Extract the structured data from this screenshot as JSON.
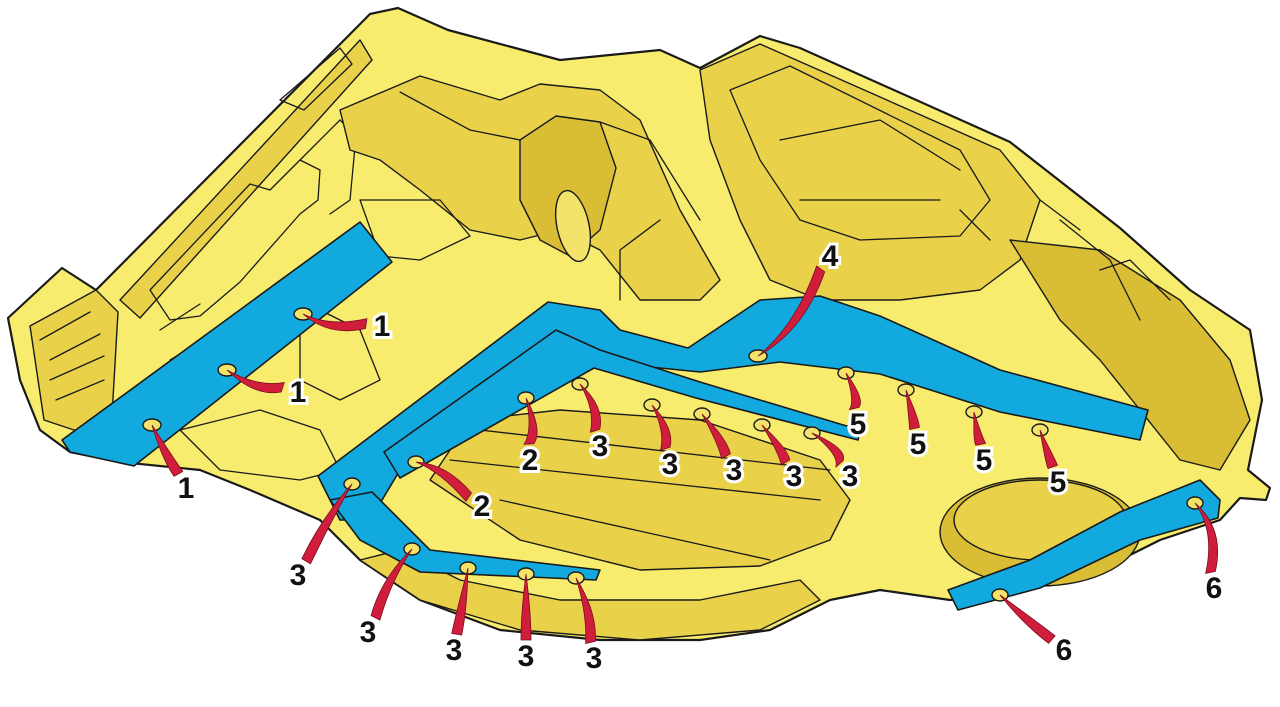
{
  "callouts": [
    {
      "label": "1"
    },
    {
      "label": "1"
    },
    {
      "label": "1"
    },
    {
      "label": "2"
    },
    {
      "label": "2"
    },
    {
      "label": "3"
    },
    {
      "label": "3"
    },
    {
      "label": "3"
    },
    {
      "label": "3"
    },
    {
      "label": "3"
    },
    {
      "label": "3"
    },
    {
      "label": "3"
    },
    {
      "label": "3"
    },
    {
      "label": "3"
    },
    {
      "label": "3"
    },
    {
      "label": "4"
    },
    {
      "label": "5"
    },
    {
      "label": "5"
    },
    {
      "label": "5"
    },
    {
      "label": "5"
    },
    {
      "label": "6"
    },
    {
      "label": "6"
    }
  ],
  "colors": {
    "body": "#f7ec6e",
    "rails": "#12a9df",
    "leaders": "#d11d3c"
  }
}
